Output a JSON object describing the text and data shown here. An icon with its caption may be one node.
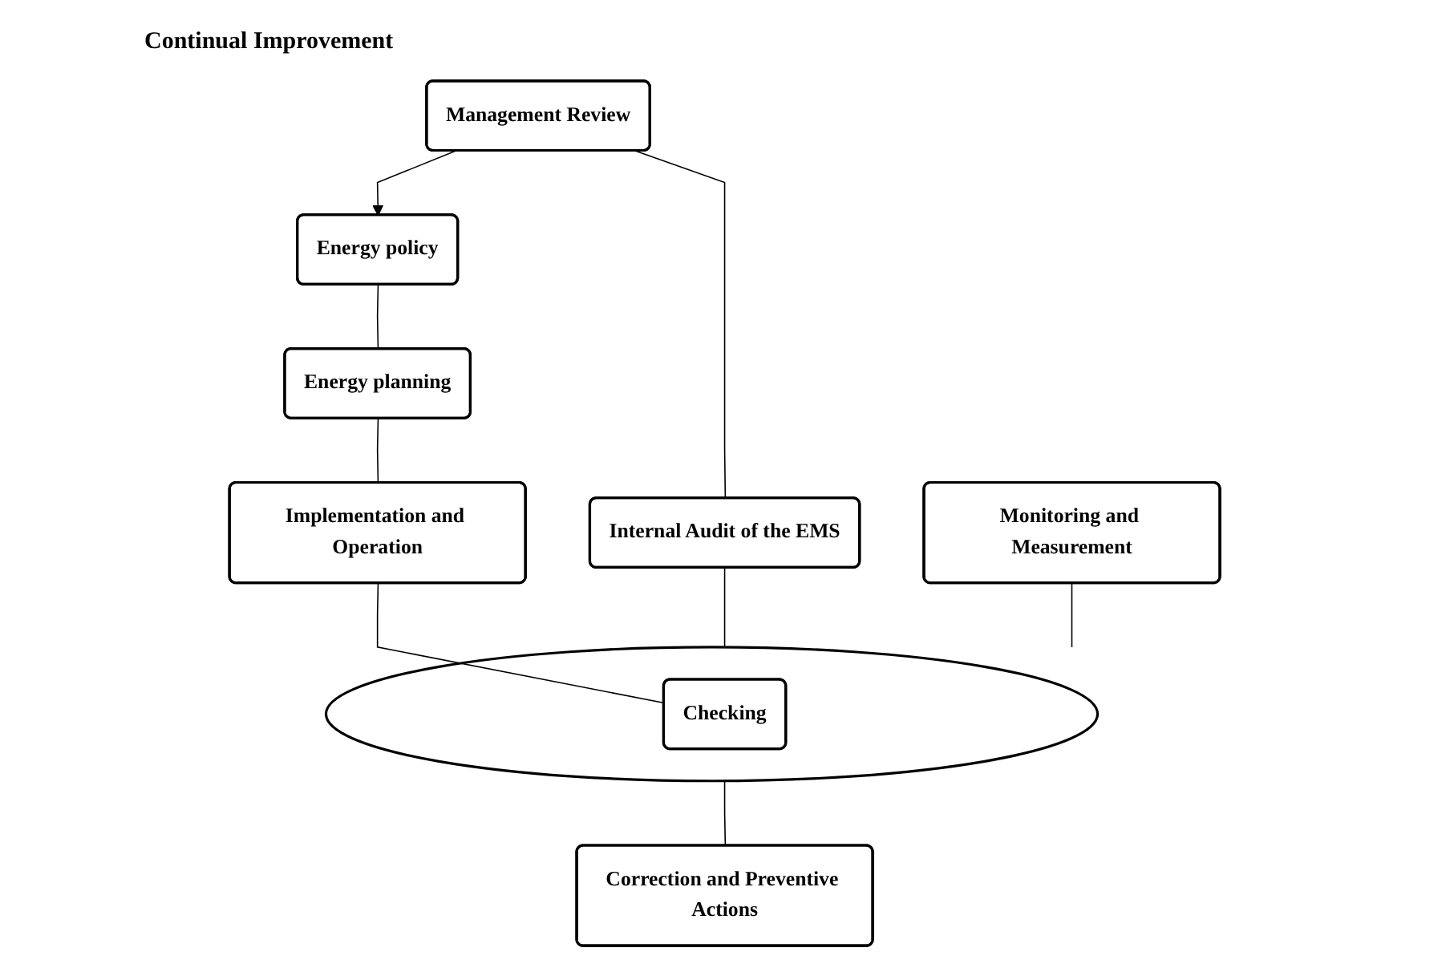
{
  "diagram": {
    "nodes": [
      {
        "text": [
          "Energy policy"
        ]
      },
      {
        "text": [
          "Energy planning"
        ]
      },
      {
        "text": [
          "Management Review"
        ]
      },
      {
        "text": [
          "Implementation and Operation"
        ]
      },
      {
        "text": [],
        "shape": "circle"
      },
      {
        "text": [
          "Checking"
        ],
        "in": 4
      },
      {
        "text": [
          "Internal Audit of the EMS"
        ]
      },
      {
        "text": [
          "Monitoring and Measurement"
        ]
      },
      {
        "text": [
          "Correction and Preventive Actions"
        ]
      }
    ],
    "edges": [
      {
        "from": 2,
        "to": 0,
        "arrow": "to"
      },
      {
        "from": 0,
        "to": 1,
        "arrow": "none"
      },
      {
        "from": 1,
        "to": 3,
        "arrow": "none"
      },
      {
        "from": 3,
        "to": 5,
        "arrow": "none"
      },
      {
        "from": 2,
        "to": 6,
        "arrow": "none"
      },
      {
        "from": 6,
        "to": 4,
        "arrow": "none"
      },
      {
        "from": 7,
        "to": 4,
        "arrow": "none"
      },
      {
        "from": 4,
        "to": 8,
        "arrow": "none"
      }
    ],
    "labels": [
      "Continual Improvement"
    ]
  }
}
